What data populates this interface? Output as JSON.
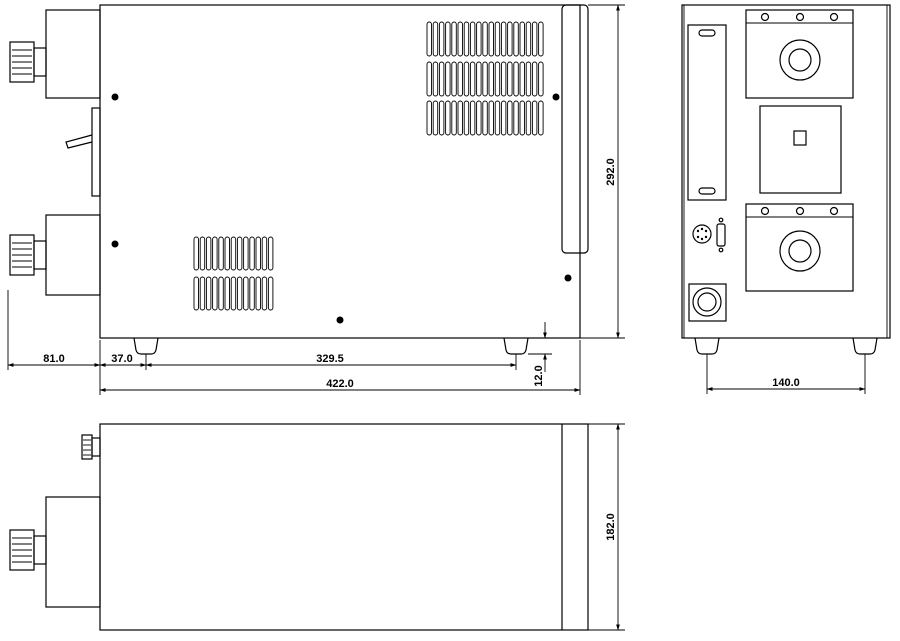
{
  "dimensions": {
    "handle_offset": "81.0",
    "foot_front_offset": "37.0",
    "foot_spacing": "329.5",
    "foot_height": "12.0",
    "overall_length": "422.0",
    "overall_height": "292.0",
    "front_foot_spacing": "140.0",
    "overall_width": "182.0"
  }
}
